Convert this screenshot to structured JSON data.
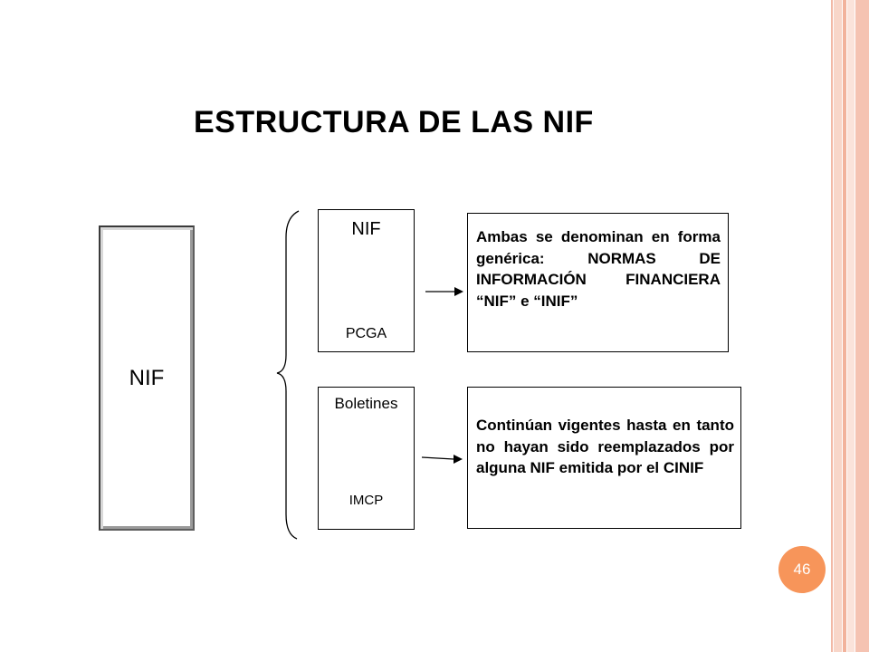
{
  "colors": {
    "accent": "#f7955a",
    "rail": "#f5c3b2"
  },
  "title": "ESTRUCTURA DE LAS NIF",
  "left_box": {
    "label": "NIF"
  },
  "top_group": {
    "box_top": "NIF",
    "box_bottom": "PCGA",
    "description": "Ambas se denominan en forma genérica: NORMAS DE INFORMACIÓN FINANCIERA “NIF” e “INIF”"
  },
  "bottom_group": {
    "box_top": "Boletines",
    "box_bottom": "IMCP",
    "description": "Continúan vigentes hasta en tanto no hayan sido reemplazados por alguna NIF emitida por el CINIF"
  },
  "page_number": "46",
  "icons": [
    "down-arrow-icon",
    "right-arrow-icon",
    "curly-brace-icon"
  ]
}
